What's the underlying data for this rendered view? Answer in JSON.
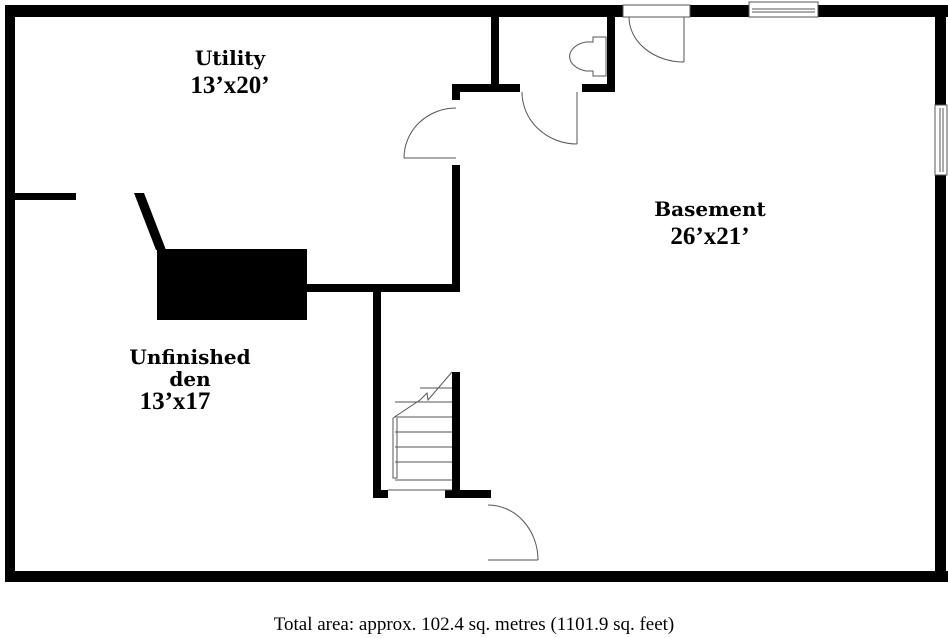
{
  "rooms": [
    {
      "name": "Utility",
      "dimensions": "13’x20’"
    },
    {
      "name": "Basement",
      "dimensions": "26’x21’"
    },
    {
      "name": "Unfinished\nden",
      "dimensions": "13’x17"
    }
  ],
  "total_area": "Total area: approx. 102.4 sq. metres (1101.9 sq. feet)",
  "colors": {
    "wall": "#000000",
    "line": "#555555"
  }
}
